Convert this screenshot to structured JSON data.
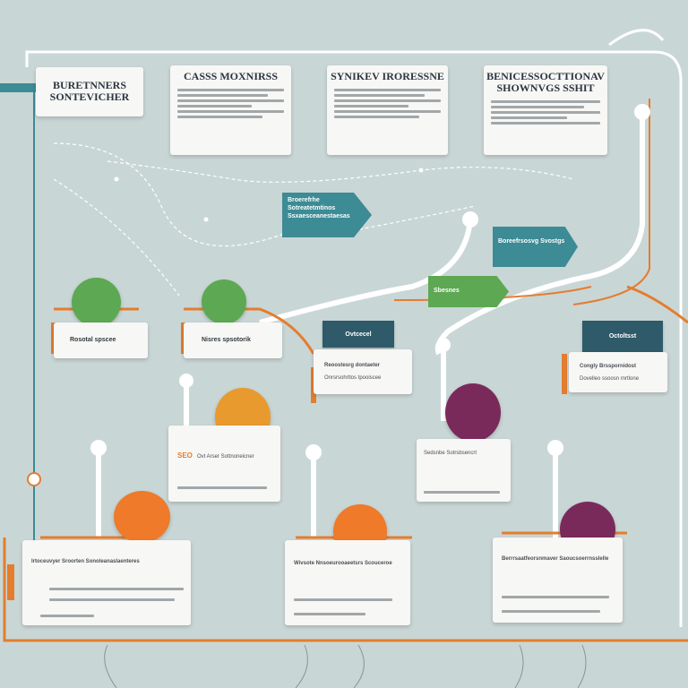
{
  "cards_top": [
    {
      "title": "BURETNNERS SONTEVICHER",
      "accent": "#e47d2e"
    },
    {
      "title": "CASSS MOXNIRSS",
      "accent": "#2c3640"
    },
    {
      "title": "SYNIKEV IRORESSNE",
      "accent": "#2c3640"
    },
    {
      "title": "BENICESSOCTTIONAV SHOWNVGS SSHIT",
      "accent": "#2c3640"
    }
  ],
  "tags": [
    {
      "text": "Broerefrhe Sotreatetmtinos Ssxaesceanestaesas",
      "color": "#3c8b95"
    },
    {
      "text": "Boreefrsosvg Svostgs",
      "color": "#3c8b95"
    },
    {
      "text": "Sbesnes",
      "color": "#5da852"
    },
    {
      "text": "Ovtcecel",
      "color": "#2e5a6a"
    },
    {
      "text": "Octoltsst",
      "color": "#2e5a6a"
    }
  ],
  "nodes": {
    "left_green_label": "Rosotal spscee",
    "mid_green_label": "Nisres spsotorik",
    "ovt_card_text": "Reoostesrg dontaeter",
    "ovt_card_sub": "Onrsrsohrtlos tpooiscee",
    "oct_card_text": "Congly Brsspornidost",
    "oct_card_sub": "Dovelleo ssoosn rnrtlone",
    "orange_mid_title": "SEO",
    "orange_mid_text": "Ovt Arser Sottnoneicner",
    "purple_mid_text": "Sedsnbe Sotrsbsencrt",
    "bottom_left_text": "Irtoceuvyer Sroorten Sonoleanaslaenteres",
    "bottom_mid_text": "Wivsote Nnsoeurooaeetsrs Scouceroe",
    "bottom_right_text": "Berrrsaatfeorsnmaver Saoucsoerrnsslelle"
  },
  "colors": {
    "orange": "#e47d2e",
    "teal": "#3c8b95",
    "green": "#5da852",
    "purple": "#7a2a5a",
    "navy": "#2e5a6a"
  }
}
